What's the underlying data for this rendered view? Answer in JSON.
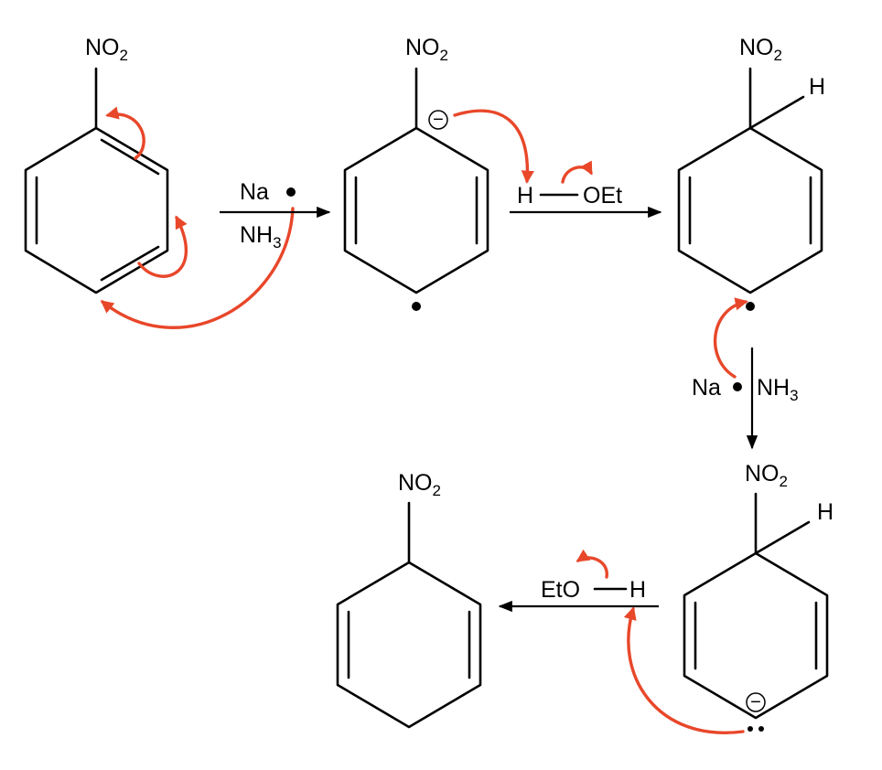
{
  "molecules": {
    "nitrobenzene": {
      "group": "NO",
      "group_sub": "2"
    },
    "radical_anion": {
      "group": "NO",
      "group_sub": "2",
      "charge": "−"
    },
    "cyclohexadienyl_radical": {
      "group": "NO",
      "group_sub": "2",
      "h": "H"
    },
    "cyclohexadienyl_anion": {
      "group": "NO",
      "group_sub": "2",
      "h": "H",
      "charge": "−"
    },
    "product": {
      "group": "NO",
      "group_sub": "2"
    }
  },
  "steps": {
    "step1": {
      "reagent_top": "Na",
      "reagent_bottom": "NH",
      "reagent_bottom_sub": "3"
    },
    "step2": {
      "h": "H",
      "oet": "OEt"
    },
    "step3": {
      "na": "Na",
      "nh": "NH",
      "nh_sub": "3"
    },
    "step4": {
      "eto": "EtO",
      "h": "H"
    }
  },
  "colors": {
    "curly_arrow": "#e8472a",
    "structure": "#000000"
  }
}
